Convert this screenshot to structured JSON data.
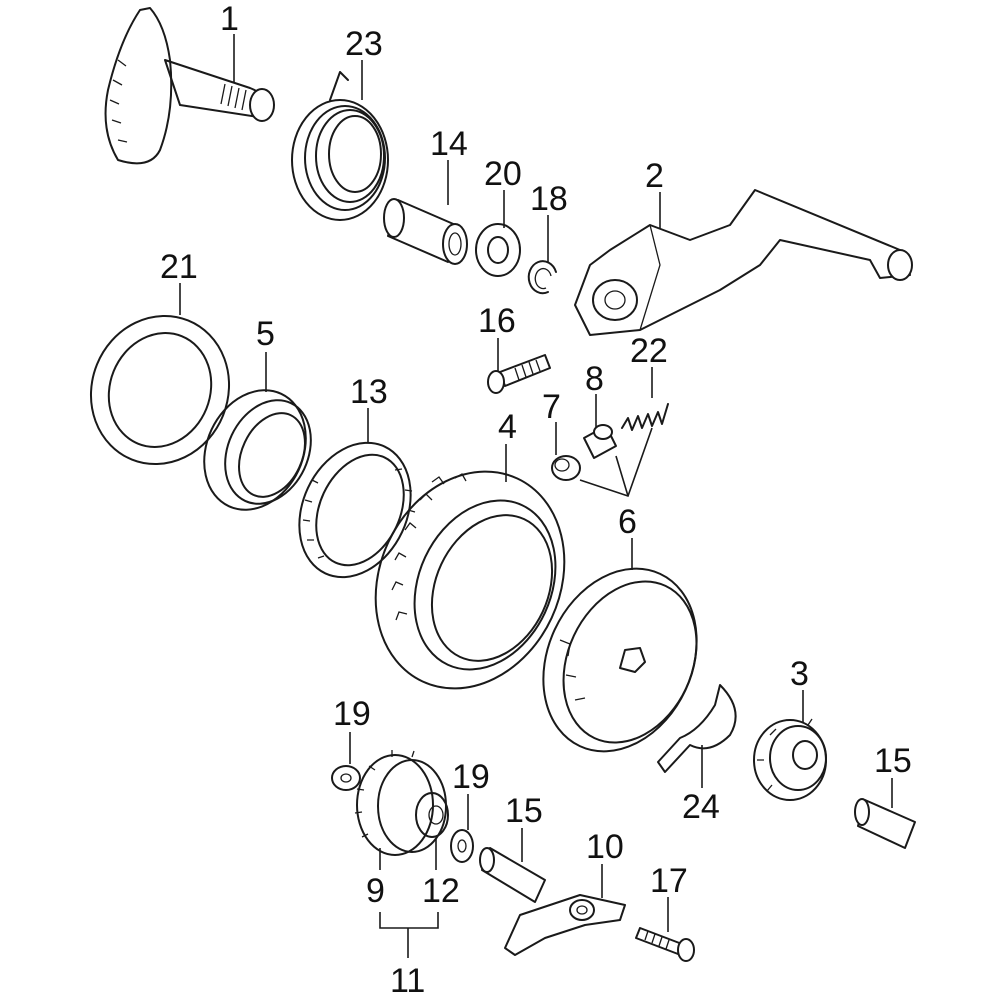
{
  "callouts": {
    "p1": "1",
    "p2": "2",
    "p3": "3",
    "p4": "4",
    "p5": "5",
    "p6a": "6",
    "p7": "7",
    "p8": "8",
    "p9": "9",
    "p10": "10",
    "p11": "11",
    "p12": "12",
    "p13": "13",
    "p14": "14",
    "p15a": "15",
    "p15b": "15",
    "p16": "16",
    "p17": "17",
    "p18": "18",
    "p19a": "19",
    "p19b": "19",
    "p20": "20",
    "p21": "21",
    "p22": "22",
    "p23": "23",
    "p24": "24"
  }
}
